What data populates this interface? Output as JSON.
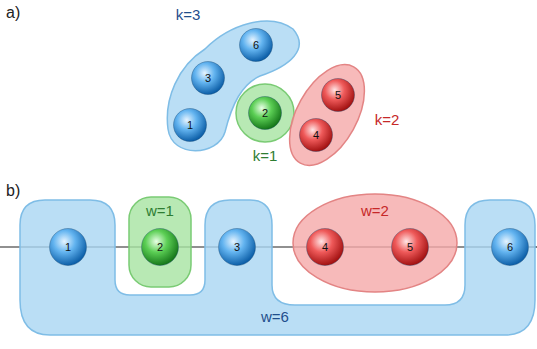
{
  "diagram": {
    "nodes": [
      {
        "text": [
          "k=3"
        ]
      },
      {
        "text": [
          "6"
        ],
        "in": 0
      },
      {
        "text": [
          "3"
        ],
        "in": 0
      },
      {
        "text": [
          "1"
        ],
        "in": 0
      },
      {
        "text": [
          "k=1"
        ]
      },
      {
        "text": [
          "2"
        ],
        "in": 4
      },
      {
        "text": [
          "k=2"
        ]
      },
      {
        "text": [
          "5"
        ],
        "in": 6
      },
      {
        "text": [
          "4"
        ],
        "in": 6
      },
      {
        "text": [
          "w=6"
        ]
      },
      {
        "text": [
          "1"
        ],
        "in": 9
      },
      {
        "text": [
          "w=1"
        ]
      },
      {
        "text": [
          "2"
        ],
        "in": 11
      },
      {
        "text": [
          "3"
        ],
        "in": 9
      },
      {
        "text": [
          "w=2"
        ]
      },
      {
        "text": [
          "4"
        ],
        "in": 14
      },
      {
        "text": [
          "5"
        ],
        "in": 14
      },
      {
        "text": [
          "6"
        ],
        "in": 9
      }
    ],
    "edges": [
      {
        "from": 10,
        "to": 12,
        "arrow": "none"
      },
      {
        "from": 12,
        "to": 13,
        "arrow": "none"
      },
      {
        "from": 13,
        "to": 15,
        "arrow": "none"
      },
      {
        "from": 15,
        "to": 16,
        "arrow": "none"
      },
      {
        "from": 16,
        "to": 17,
        "arrow": "none"
      }
    ],
    "labels": [
      "a)",
      "b)"
    ]
  }
}
